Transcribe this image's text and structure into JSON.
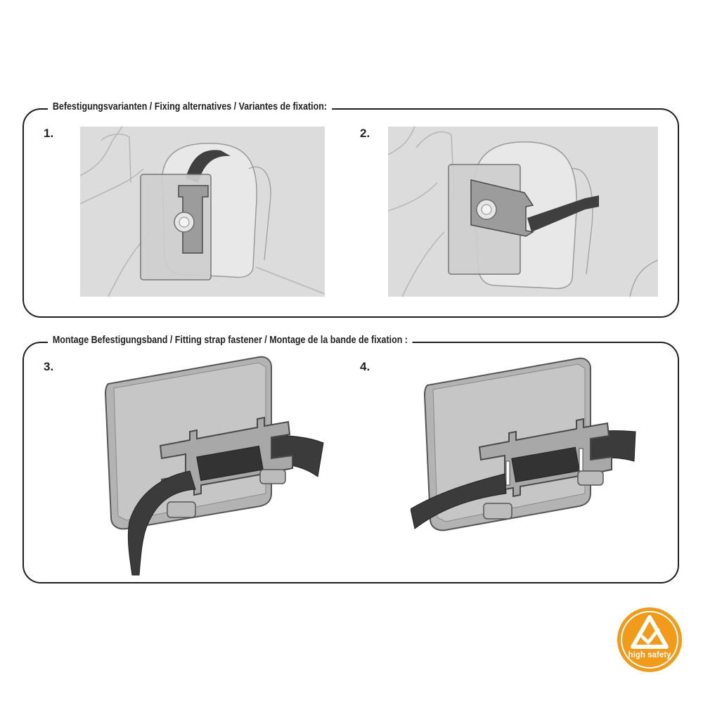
{
  "sections": [
    {
      "title": "Befestigungsvarianten  / Fixing alternatives / Variantes de fixation:",
      "steps": [
        {
          "number": "1."
        },
        {
          "number": "2."
        }
      ]
    },
    {
      "title": "Montage Befestigungsband  / Fitting strap fastener / Montage de la bande de fixation :",
      "steps": [
        {
          "number": "3."
        },
        {
          "number": "4."
        }
      ]
    }
  ],
  "badge": {
    "label": "high safety",
    "icon": "triangle-check-icon",
    "color": "#f29a1a"
  },
  "colors": {
    "outline": "#1f1f1f",
    "seat_background": "#dcdcdc",
    "strap": "#3d3d3d",
    "holder": "#a9a9a9"
  }
}
